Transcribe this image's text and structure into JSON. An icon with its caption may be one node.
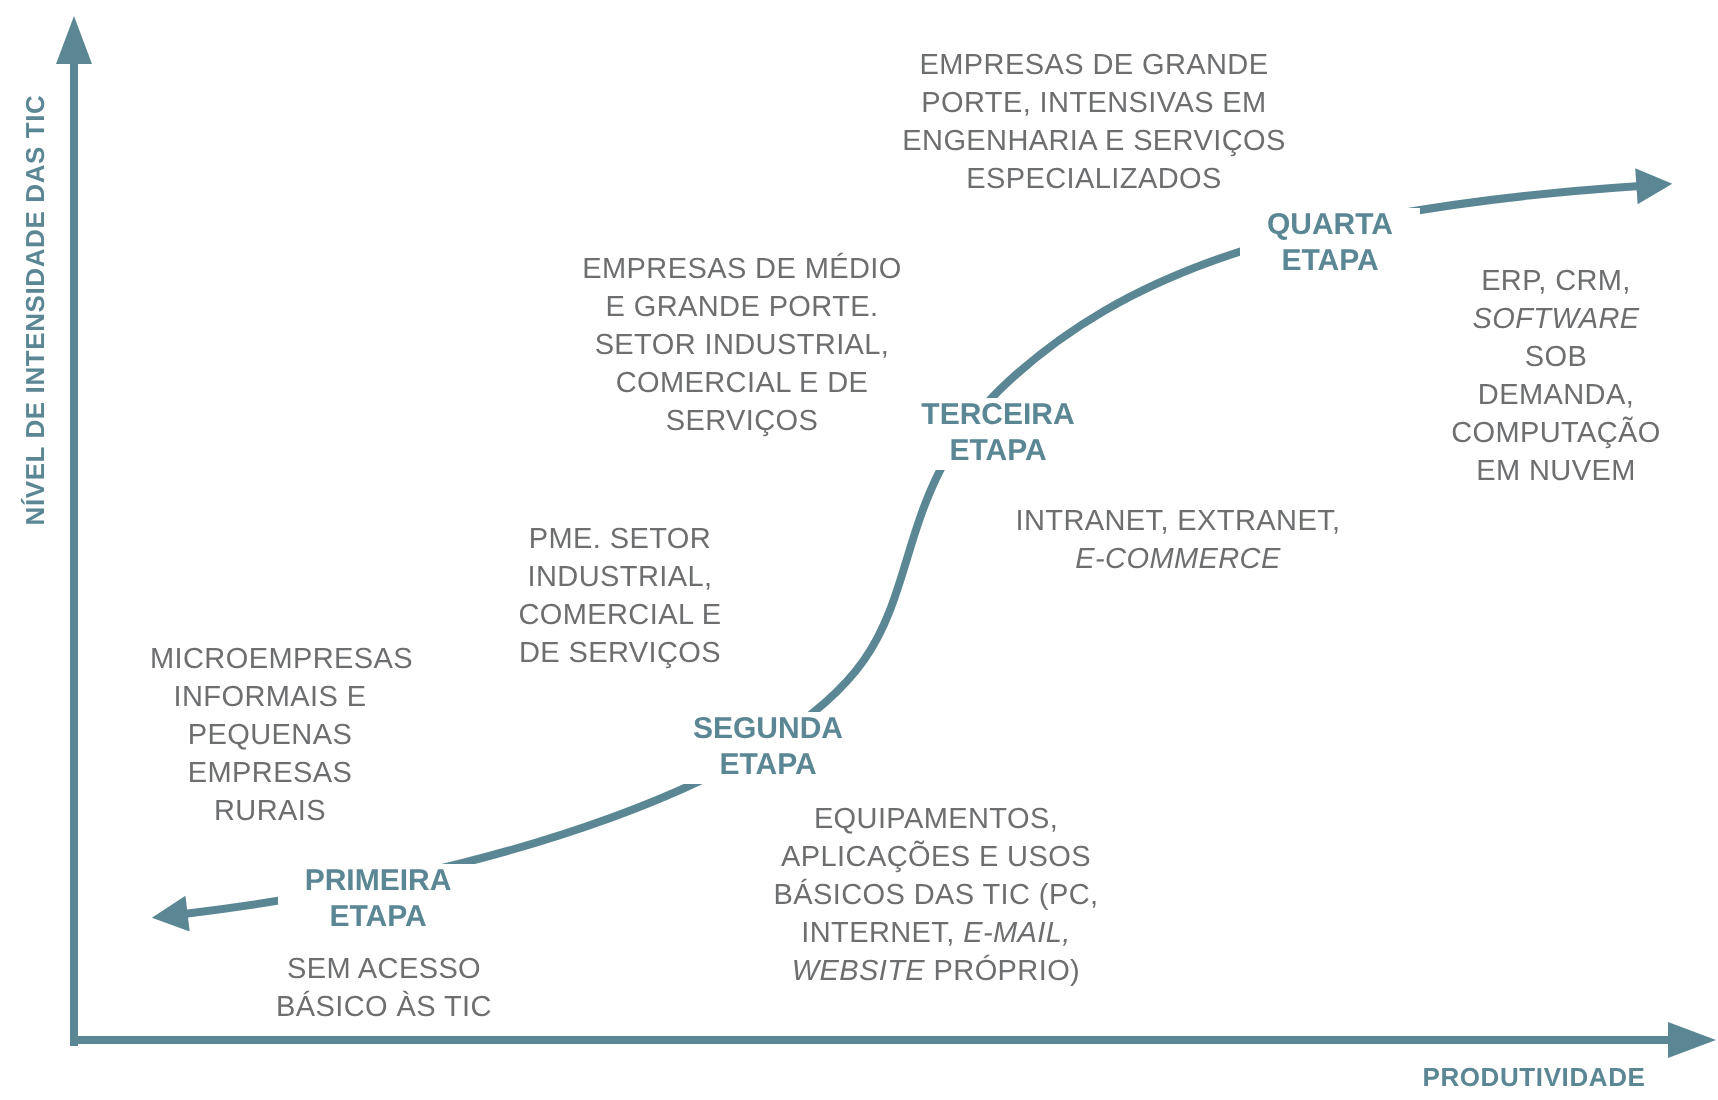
{
  "diagram": {
    "labels": [
      "NÍVEL DE INTENSIDADE DAS TIC",
      "EMPRESAS DE GRANDE PORTE, INTENSIVAS EM ENGENHARIA E SERVIÇOS ESPECIALIZADOS",
      "QUARTA ETAPA",
      "EMPRESAS DE MÉDIO E GRANDE PORTE. SETOR INDUSTRIAL, COMERCIAL E DE SERVIÇOS",
      "ERP, CRM, *SOFTWARE* SOB DEMANDA, COMPUTAÇÃO EM NUVEM",
      "TERCEIRA ETAPA",
      "INTRANET, EXTRANET, *E-COMMERCE*",
      "PME. SETOR INDUSTRIAL, COMERCIAL E DE SERVIÇOS",
      "MICROEMPRESAS INFORMAIS E PEQUENAS EMPRESAS RURAIS",
      "SEGUNDA ETAPA",
      "EQUIPAMENTOS, APLICAÇÕES E USOS BÁSICOS DAS TIC (PC, INTERNET, *E-MAIL, WEBSITE* PRÓPRIO)",
      "PRIMEIRA ETAPA",
      "SEM ACESSO BÁSICO ÀS TIC",
      "PRODUTIVIDADE"
    ]
  }
}
